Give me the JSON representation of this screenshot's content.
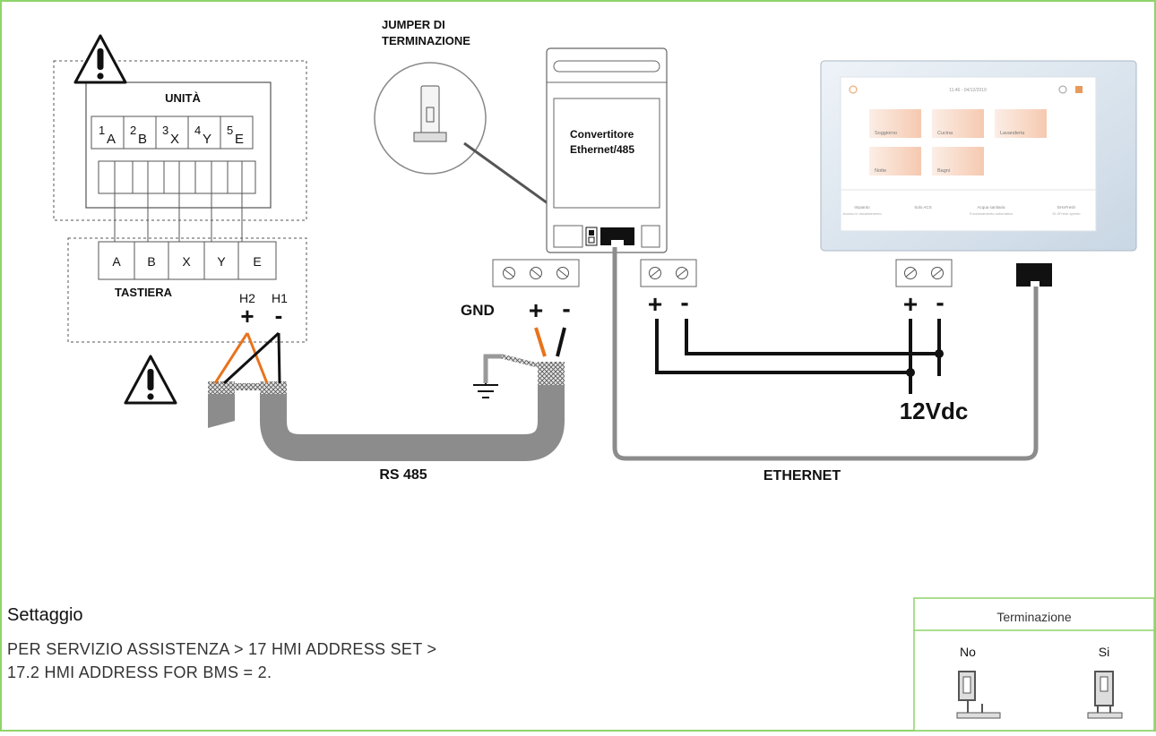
{
  "diagram": {
    "unit_title": "UNITÀ",
    "unit_terminals": [
      {
        "num": "1",
        "sub": "A"
      },
      {
        "num": "2",
        "sub": "B"
      },
      {
        "num": "3",
        "sub": "X"
      },
      {
        "num": "4",
        "sub": "Y"
      },
      {
        "num": "5",
        "sub": "E"
      }
    ],
    "keypad_terminals": [
      "A",
      "B",
      "X",
      "Y",
      "E"
    ],
    "keypad_title": "TASTIERA",
    "h2_label": "H2",
    "h1_label": "H1",
    "plus": "+",
    "minus": "-",
    "jumper_label_line1": "JUMPER DI",
    "jumper_label_line2": "TERMINAZIONE",
    "converter_label_line1": "Convertitore",
    "converter_label_line2": "Ethernet/485",
    "gnd_label": "GND",
    "rs485_label": "RS 485",
    "ethernet_label": "ETHERNET",
    "power_label": "12Vdc",
    "colors": {
      "border": "#8fd46a",
      "cable": "#8c8c8c",
      "orange_wire": "#e8731c",
      "line": "#111111"
    }
  },
  "hmi_screen": {
    "header_time": "11:46 - 04/12/2019",
    "rooms": [
      "Soggiorno",
      "Cucina",
      "Lavanderia",
      "Notte",
      "Bagni"
    ],
    "footer": [
      {
        "title": "Impianto",
        "sub": "Acceso in riscaldamento"
      },
      {
        "title": "Solo ACS",
        "sub": ""
      },
      {
        "title": "Acqua sanitaria",
        "sub": "Funzionamento automatico"
      },
      {
        "title": "EHxFresh",
        "sub": "ELXFresh spento"
      }
    ]
  },
  "settaggio": {
    "title": "Settaggio",
    "line1": "PER SERVIZIO ASSISTENZA > 17 HMI ADDRESS SET >",
    "line2": "17.2 HMI ADDRESS FOR BMS = 2."
  },
  "terminazione": {
    "title": "Terminazione",
    "no_label": "No",
    "si_label": "Si"
  }
}
